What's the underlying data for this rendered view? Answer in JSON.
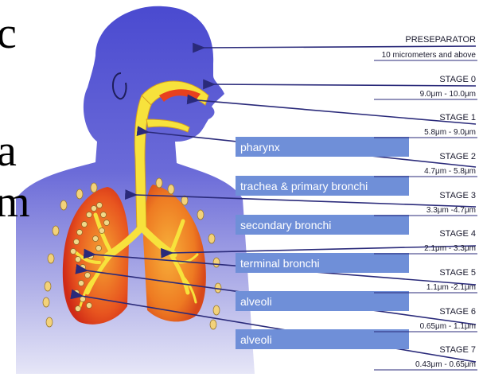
{
  "slide_fragments": [
    "c",
    "a",
    "m"
  ],
  "stages": [
    {
      "title": "PRESEPARATOR",
      "range": "10 micrometers and above"
    },
    {
      "title": "STAGE 0",
      "range": "9.0μm - 10.0μm"
    },
    {
      "title": "STAGE 1",
      "range": "5.8μm - 9.0μm"
    },
    {
      "title": "STAGE 2",
      "range": "4.7μm - 5.8μm"
    },
    {
      "title": "STAGE 3",
      "range": "3.3μm -4.7μm"
    },
    {
      "title": "STAGE 4",
      "range": "2.1μm - 3.3μm"
    },
    {
      "title": "STAGE 5",
      "range": "1.1μm -2.1μm"
    },
    {
      "title": "STAGE 6",
      "range": "0.65μm - 1.1μm"
    },
    {
      "title": "STAGE 7",
      "range": "0.43μm - 0.65μm"
    }
  ],
  "anatomy_labels": [
    "pharynx",
    "trachea & primary bronchi",
    "secondary bronchi",
    "terminal bronchi",
    "alveoli",
    "alveoli"
  ],
  "colors": {
    "body_top": "#5b5bd6",
    "body_bottom": "#d8d8f2",
    "lung_outer": "#d9361a",
    "lung_inner": "#f39a2a",
    "airway": "#f7e23c",
    "label_box": "#6f8fd8",
    "arrow": "#2a2a7a",
    "nose": "#e8401e"
  }
}
